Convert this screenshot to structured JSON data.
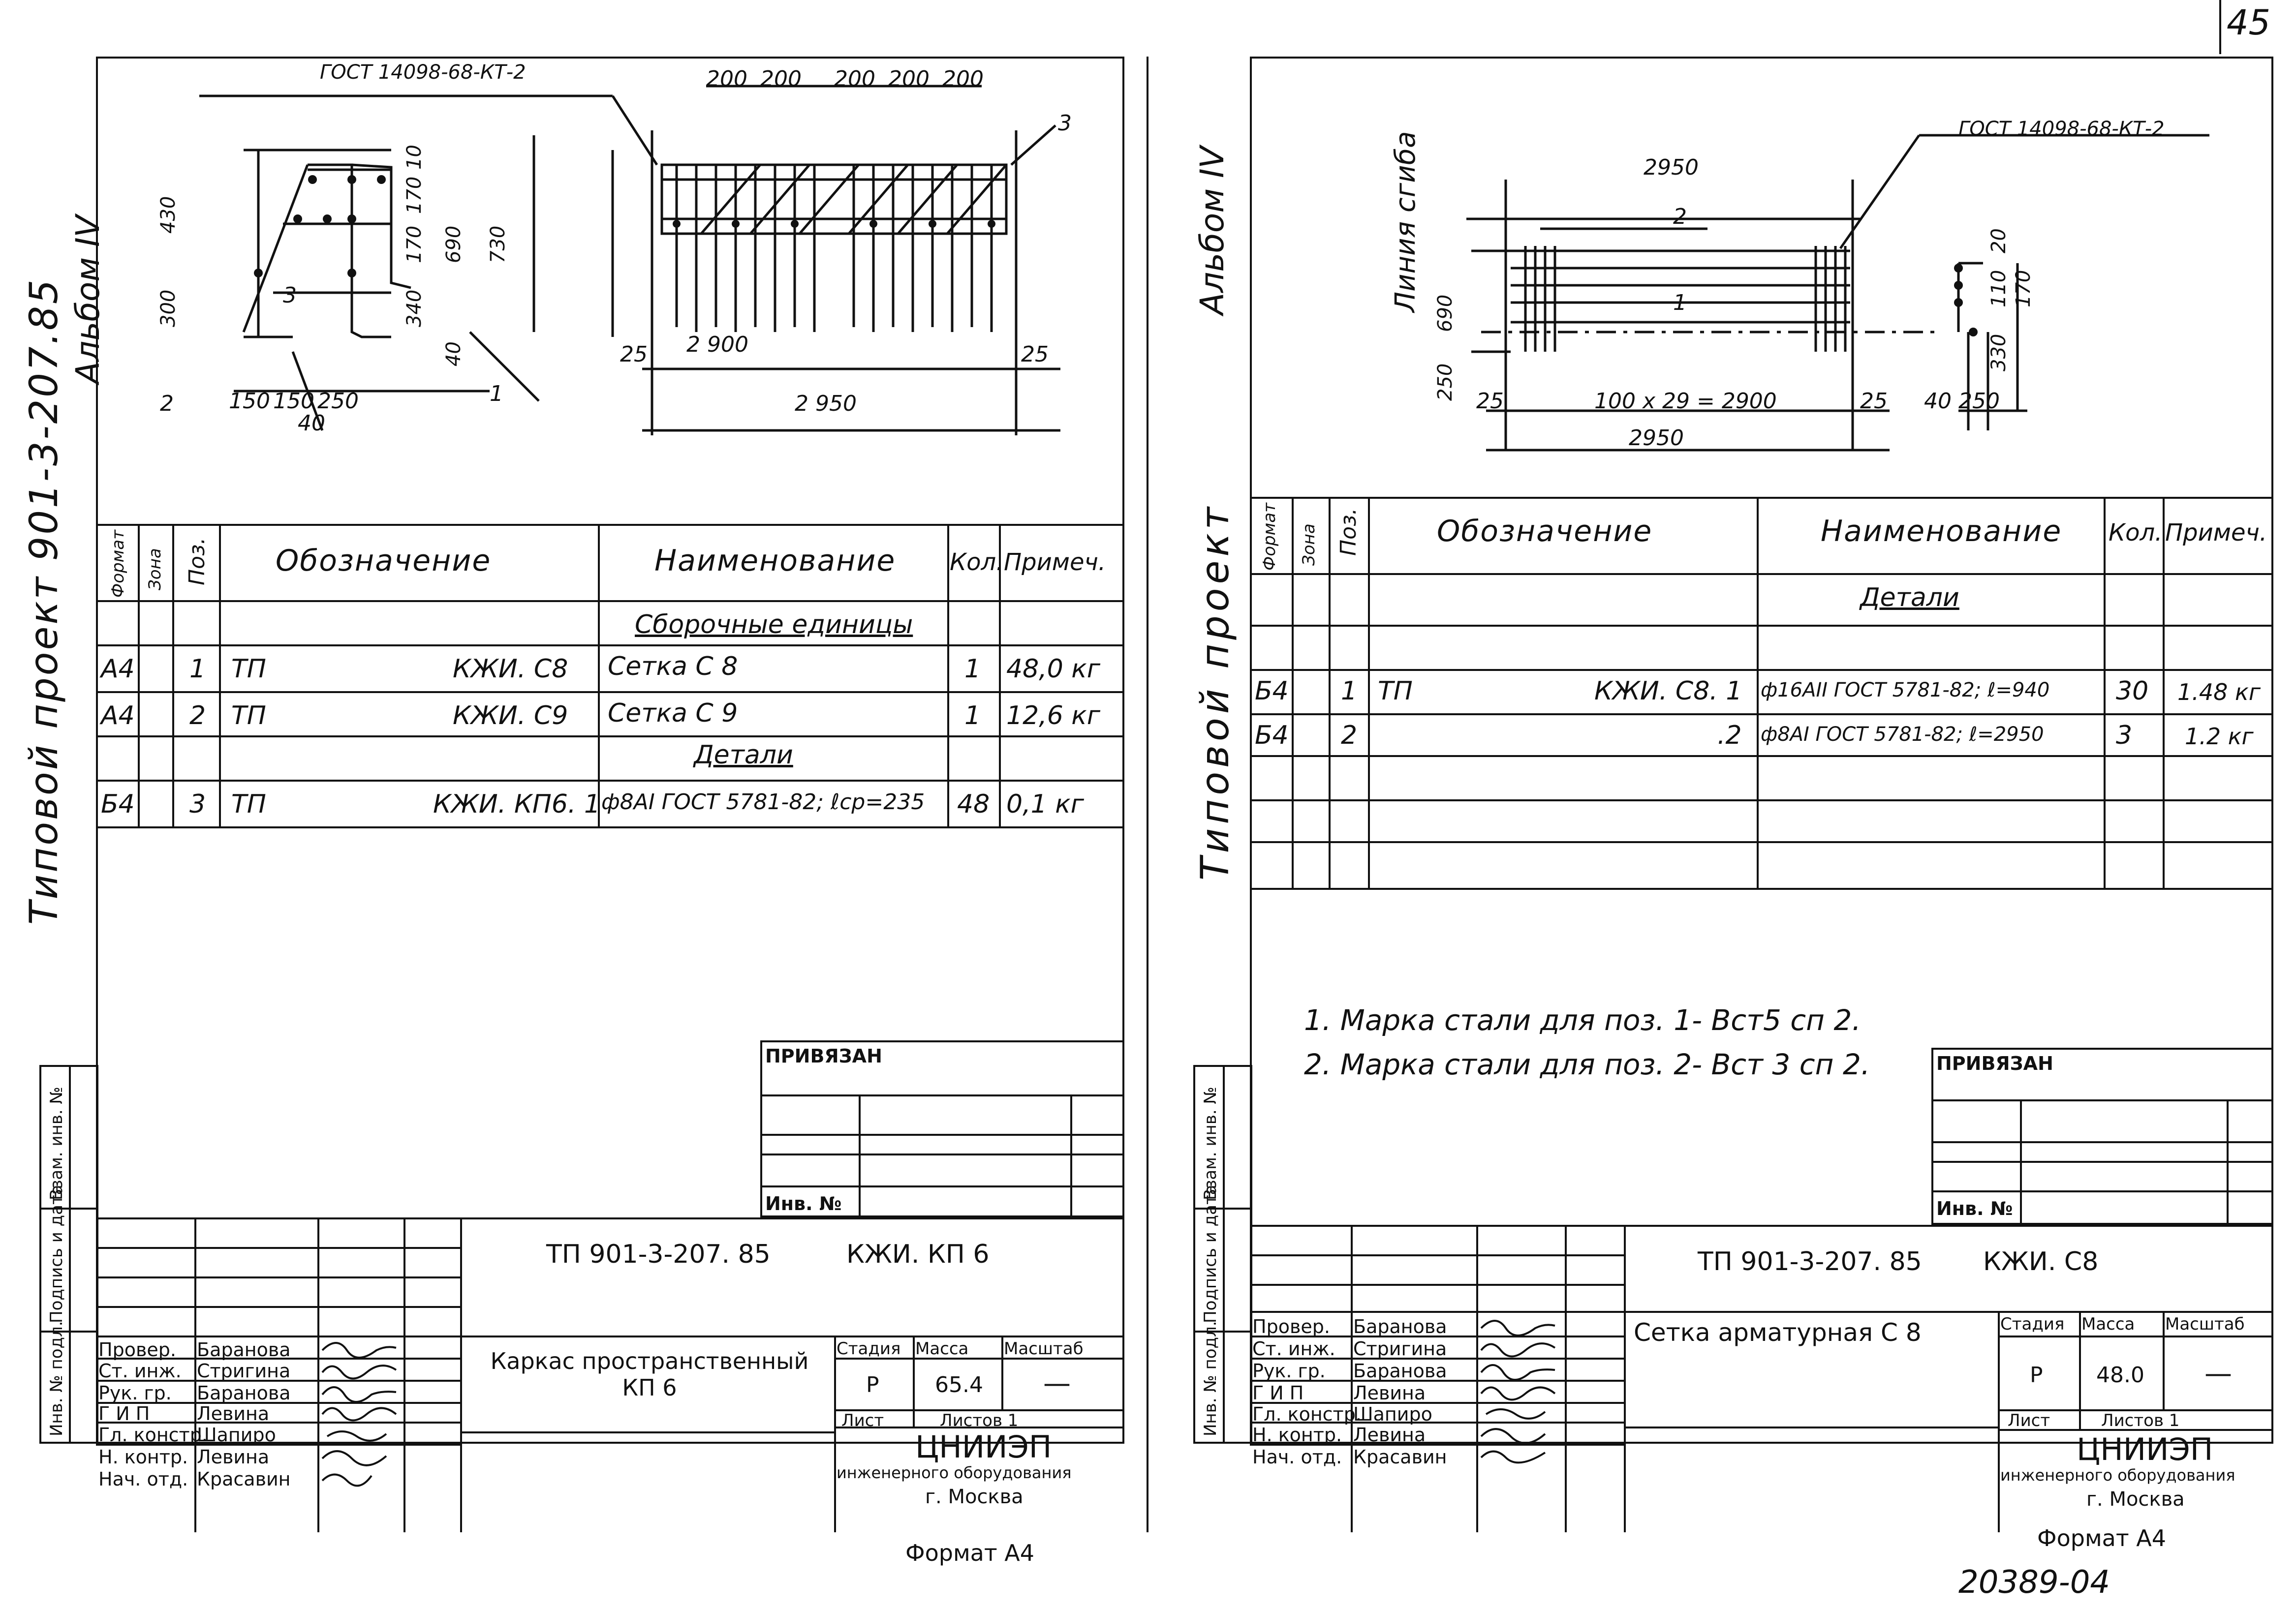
{
  "page_number": "45",
  "bottom_code": "20389-04",
  "sheets": [
    {
      "side_album": "Альбом IV",
      "side_project": "Типовой проект 901-3-207.85",
      "gost_callout": "ГОСТ 14098-68-КТ-2",
      "dims": {
        "d200a": "200",
        "d200b": "200",
        "d200c": "200",
        "d200d": "200",
        "d200e": "200",
        "d430": "430",
        "d300": "300",
        "d10": "10",
        "d170a": "170",
        "d170b": "170",
        "d690": "690",
        "d730": "730",
        "d340": "340",
        "d40v": "40",
        "d150a": "150",
        "d150b": "150",
        "d250": "250",
        "d40h": "40",
        "d25a": "25",
        "d25b": "25",
        "d2900": "2 900",
        "d2950": "2 950",
        "p1": "1",
        "p2": "2",
        "p3a": "3",
        "p3b": "3"
      },
      "table": {
        "headers": {
          "format": "Формат",
          "zone": "Зона",
          "pos": "Поз.",
          "designation": "Обозначение",
          "name": "Наименование",
          "qty": "Кол.",
          "note": "Примеч."
        },
        "section1": "Сборочные единицы",
        "section2": "Детали",
        "rows": [
          {
            "format": "А4",
            "pos": "1",
            "des1": "ТП",
            "des2": "КЖИ. С8",
            "name": "Сетка  С 8",
            "qty": "1",
            "note": "48,0 кг"
          },
          {
            "format": "А4",
            "pos": "2",
            "des1": "ТП",
            "des2": "КЖИ. С9",
            "name": "Сетка  С 9",
            "qty": "1",
            "note": "12,6 кг"
          },
          {
            "format": "Б4",
            "pos": "3",
            "des1": "ТП",
            "des2": "КЖИ. КП6. 1",
            "name": "ф8АI ГОСТ 5781-82; ℓср=235",
            "qty": "48",
            "note": "0,1 кг"
          }
        ]
      },
      "privyazan": "ПРИВЯЗАН",
      "inv_no": "Инв. №",
      "left_strip": [
        "Инв. № подл.",
        "Подпись и дата",
        "Взам. инв. №"
      ],
      "code": "ТП 901-3-207. 85",
      "mark": "КЖИ. КП 6",
      "title": "Каркас пространственный КП 6",
      "stage_h": "Стадия",
      "mass_h": "Масса",
      "scale_h": "Масштаб",
      "stage": "Р",
      "mass": "65.4",
      "scale": "—",
      "sheet_l": "Лист",
      "sheets_l": "Листов 1",
      "org1": "ЦНИИЭП",
      "org2": "инженерного оборудования",
      "org3": "г. Москва",
      "staff": [
        {
          "role": "Провер.",
          "name": "Баранова"
        },
        {
          "role": "Ст. инж.",
          "name": "Стригина"
        },
        {
          "role": "Рук. гр.",
          "name": "Баранова"
        },
        {
          "role": "Г И П",
          "name": "Левина"
        },
        {
          "role": "Гл. констр.",
          "name": "Шапиро"
        },
        {
          "role": "Н. контр.",
          "name": "Левина"
        },
        {
          "role": "Нач. отд.",
          "name": "Красавин"
        }
      ],
      "format": "Формат А4"
    },
    {
      "side_album": "Альбом IV",
      "side_project": "Типовой проект",
      "gost_callout": "ГОСТ 14098-68-КТ-2",
      "fold_line": "Линия сгиба",
      "dims": {
        "d2950t": "2950",
        "d690": "690",
        "d250": "250",
        "d25a": "25",
        "d25b": "25",
        "d100": "100 х 29 = 2900",
        "d2950b": "2950",
        "d20": "20",
        "d170": "170",
        "d110": "110",
        "d330": "330",
        "d40": "40",
        "d250b": "250",
        "p1": "1",
        "p2": "2"
      },
      "table": {
        "headers": {
          "format": "Формат",
          "zone": "Зона",
          "pos": "Поз.",
          "designation": "Обозначение",
          "name": "Наименование",
          "qty": "Кол.",
          "note": "Примеч."
        },
        "section": "Детали",
        "rows": [
          {
            "format": "Б4",
            "pos": "1",
            "des1": "ТП",
            "des2": "КЖИ. С8. 1",
            "name": "ф16АII ГОСТ 5781-82; ℓ=940",
            "qty": "30",
            "note": "1.48 кг"
          },
          {
            "format": "Б4",
            "pos": "2",
            "des1": "",
            "des2": ".2",
            "name": "ф8АI ГОСТ 5781-82; ℓ=2950",
            "qty": "3",
            "note": "1.2 кг"
          }
        ]
      },
      "notes": [
        "1. Марка стали для поз. 1- Вст5 сп 2.",
        "2. Марка стали для поз. 2- Вст 3 сп 2."
      ],
      "privyazan": "ПРИВЯЗАН",
      "inv_no": "Инв. №",
      "left_strip": [
        "Инв. № подл.",
        "Подпись и дата",
        "Взам. инв. №"
      ],
      "code": "ТП 901-3-207. 85",
      "mark": "КЖИ. С8",
      "title": "Сетка арматурная С 8",
      "stage_h": "Стадия",
      "mass_h": "Масса",
      "scale_h": "Масштаб",
      "stage": "Р",
      "mass": "48.0",
      "scale": "—",
      "sheet_l": "Лист",
      "sheets_l": "Листов 1",
      "org1": "ЦНИИЭП",
      "org2": "инженерного оборудования",
      "org3": "г. Москва",
      "staff": [
        {
          "role": "Провер.",
          "name": "Баранова"
        },
        {
          "role": "Ст. инж.",
          "name": "Стригина"
        },
        {
          "role": "Рук. гр.",
          "name": "Баранова"
        },
        {
          "role": "Г И П",
          "name": "Левина"
        },
        {
          "role": "Гл. констр.",
          "name": "Шапиро"
        },
        {
          "role": "Н. контр.",
          "name": "Левина"
        },
        {
          "role": "Нач. отд.",
          "name": "Красавин"
        }
      ],
      "format": "Формат А4"
    }
  ]
}
